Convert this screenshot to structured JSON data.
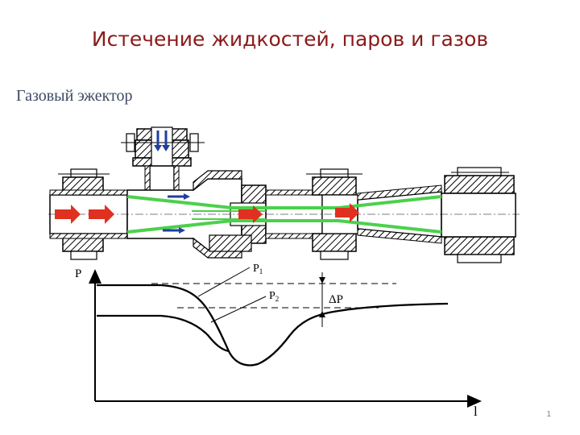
{
  "slide": {
    "title": "Истечение жидкостей, паров и газов",
    "subtitle": "Газовый эжектор",
    "page_number": "1"
  },
  "graph": {
    "y_axis_label": "P",
    "x_axis_label": "l",
    "p1_label": "P",
    "p1_sub": "1",
    "p2_label": "P",
    "p2_sub": "2",
    "delta_label": "ΔP"
  },
  "colors": {
    "title": "#8b1a1a",
    "flow_lines": "#4cd04c",
    "arrows_main": "#e03020",
    "arrows_secondary": "#1f3f9f",
    "hatch": "#000000"
  }
}
